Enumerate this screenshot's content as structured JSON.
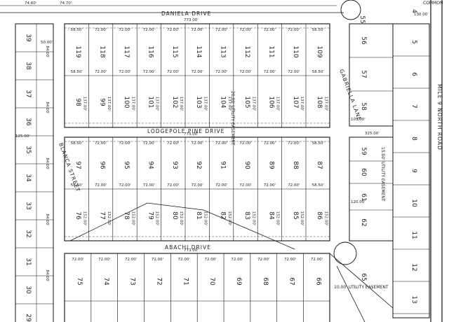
{
  "streets": {
    "daniela": "DANIELA DRIVE",
    "lodgepole": "LODGEPOLE PINE DRIVE",
    "abachi": "ABACHI DRIVE",
    "blanca": "BLANCA STREET",
    "gabriella": "GABRIELLA LANE",
    "mile9": "MILE 9 NORTH ROAD"
  },
  "block_dims": {
    "daniela_length": "773.00'",
    "lodgepole_length": "773.00'",
    "abachi_length": "773.00'",
    "side_325": "325.00'",
    "lot_width": "72.00'",
    "lot_width_end": "58.50'",
    "lot_depth": "137.00'",
    "lot_depth_alt": "152.00'",
    "side_lot_width": "125.00'",
    "side_lot_depth": "84.00'",
    "right_lot_width": "120.00'",
    "right_lot_depth": "105.00'",
    "far_right_width": "130.00'",
    "top_frontage": "74.70'",
    "top_left": "74.60'",
    "setback": "50.00'"
  },
  "lots": {
    "row1": [
      "119",
      "118",
      "117",
      "116",
      "115",
      "114",
      "113",
      "112",
      "111",
      "110",
      "109"
    ],
    "row2": [
      "98",
      "99",
      "100",
      "101",
      "102",
      "103",
      "104",
      "105",
      "106",
      "107",
      "108"
    ],
    "row3": [
      "97",
      "96",
      "95",
      "94",
      "93",
      "92",
      "91",
      "90",
      "89",
      "88",
      "87"
    ],
    "row4": [
      "76",
      "77",
      "78",
      "79",
      "80",
      "81",
      "82",
      "83",
      "84",
      "85",
      "86"
    ],
    "row5": [
      "75",
      "74",
      "73",
      "72",
      "71",
      "70",
      "69",
      "68",
      "67",
      "66"
    ],
    "left_column": [
      "39",
      "38",
      "37",
      "36",
      "35",
      "34",
      "33",
      "32",
      "31",
      "30",
      "29"
    ],
    "right_column": [
      "56",
      "57",
      "58",
      "59",
      "60",
      "61",
      "62",
      "65"
    ],
    "far_right": [
      "5",
      "6",
      "7",
      "8",
      "9",
      "10",
      "11",
      "12",
      "13"
    ],
    "top_right": [
      "55",
      "4"
    ]
  },
  "notes": {
    "utility_easement": "20.00' UTILITY EASEMENT",
    "utility_easement_10": "10.00' UTILITY EASEMENT",
    "utility_easement_15": "15.00' UTILITY EASEMENT",
    "common": "COMMON"
  }
}
